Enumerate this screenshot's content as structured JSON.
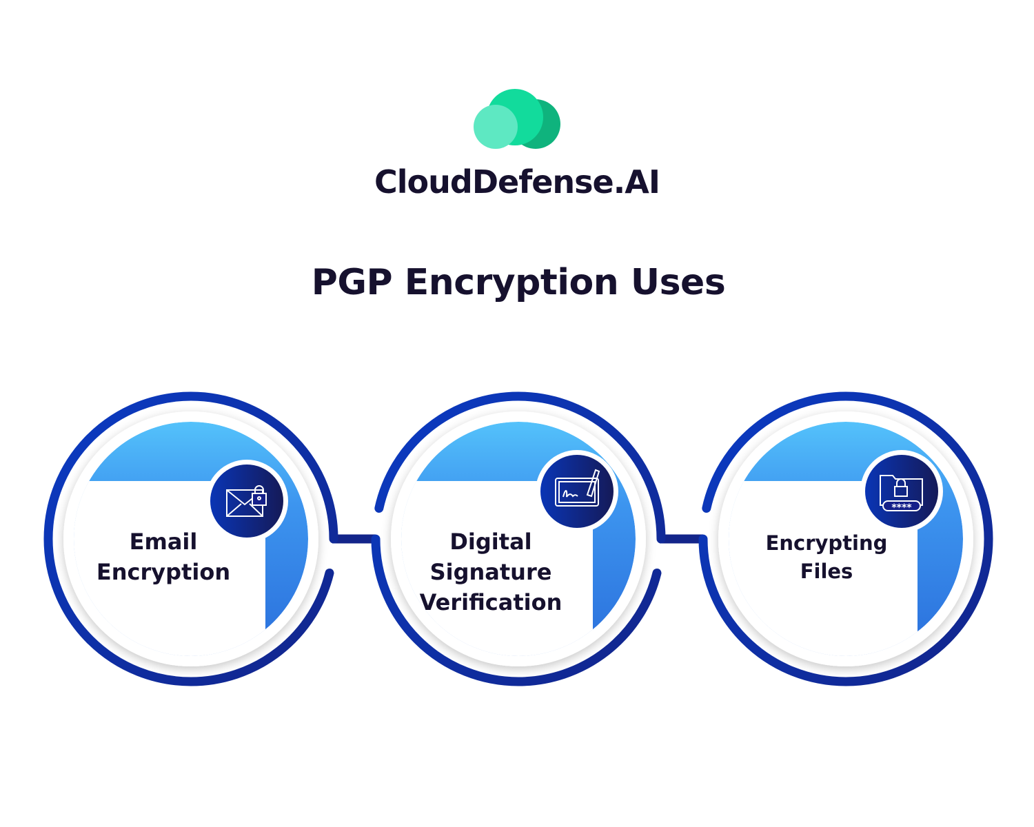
{
  "brand": {
    "name": "CloudDefense.AI",
    "logo_icon": "cloud-logo-icon",
    "logo_colors": [
      "#5ee8c2",
      "#12db9c",
      "#0fb37d"
    ]
  },
  "title": "PGP Encryption Uses",
  "colors": {
    "ring": "#0b33b0",
    "ring_dark": "#14206e",
    "blue_top": "#54c2fb",
    "blue_bottom": "#2a6fdc",
    "text": "#16112e"
  },
  "uses": [
    {
      "lines": [
        "Email",
        "Encryption"
      ],
      "icon": "envelope-lock-icon"
    },
    {
      "lines": [
        "Digital",
        "Signature",
        "Verification"
      ],
      "icon": "signature-pen-icon"
    },
    {
      "lines": [
        "Encrypting",
        "Files"
      ],
      "icon": "folder-password-icon"
    }
  ]
}
